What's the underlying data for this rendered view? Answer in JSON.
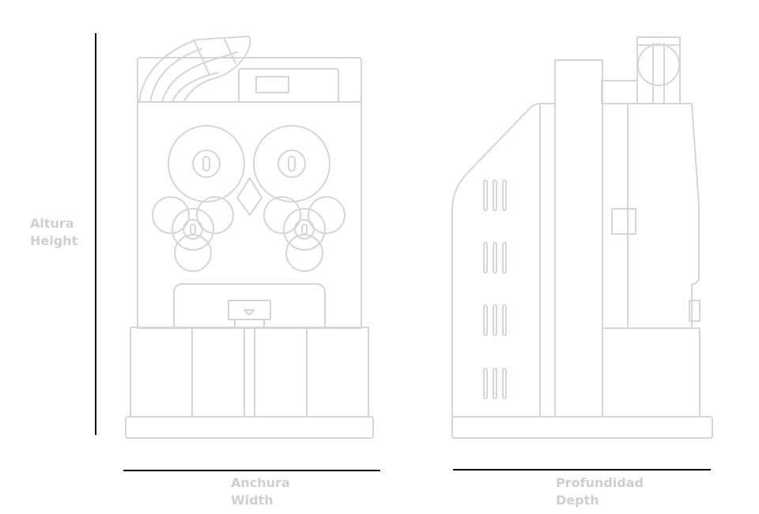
{
  "labels": {
    "height": {
      "es": "Altura",
      "en": "Height"
    },
    "width": {
      "es": "Anchura",
      "en": "Width"
    },
    "depth": {
      "es": "Profundidad",
      "en": "Depth"
    }
  },
  "colors": {
    "drawing_stroke": "#d6d6d6",
    "label_text": "#cfcfcf",
    "measure_line": "#000000",
    "background": "#ffffff"
  }
}
